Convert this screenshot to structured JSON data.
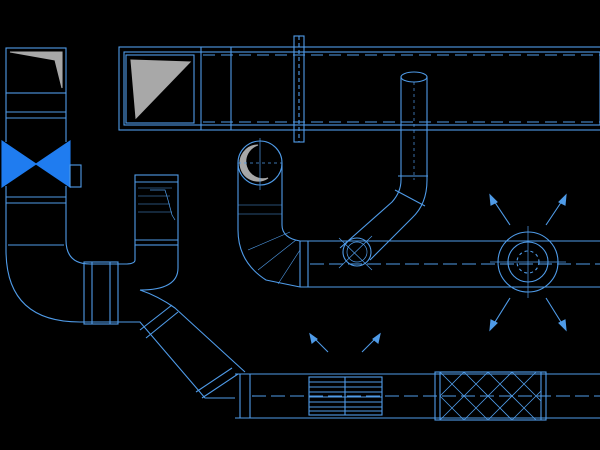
{
  "drawing": {
    "colors": {
      "background": "#000000",
      "line": "#4f9be8",
      "line_dim": "#3a7cc4",
      "fill_accent": "#1f7cf0",
      "grey_vane": "#a8a8a8"
    },
    "components": [
      "duct-elbow",
      "volume-damper",
      "flexible-connector",
      "round-duct",
      "turning-vanes",
      "supply-diffuser",
      "linear-grille",
      "filter-section",
      "branch-takeoff"
    ]
  }
}
